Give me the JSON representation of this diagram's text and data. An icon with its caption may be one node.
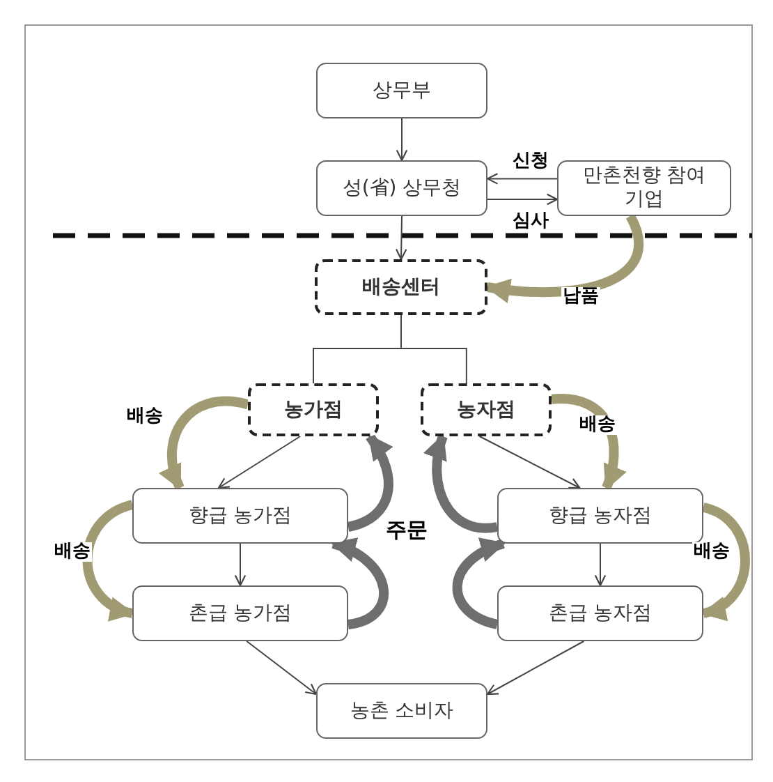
{
  "diagram": {
    "nodes": [
      {
        "text": [
          "상무부"
        ]
      },
      {
        "text": [
          "성(省) 상무청"
        ]
      },
      {
        "text": [
          "만촌천향 참여기업"
        ]
      },
      {
        "text": [
          "배송센터"
        ]
      },
      {
        "text": [
          "농가점"
        ]
      },
      {
        "text": [
          "농자점"
        ]
      },
      {
        "text": [
          "향급 농가점"
        ]
      },
      {
        "text": [
          "촌급 농가점"
        ]
      },
      {
        "text": [
          "향급 농자점"
        ]
      },
      {
        "text": [
          "촌급 농자점"
        ]
      },
      {
        "text": [
          "농촌 소비자"
        ]
      }
    ],
    "edges": [
      {
        "from": 0,
        "to": 1,
        "arrow": "to"
      },
      {
        "from": 2,
        "to": 1,
        "arrow": "to",
        "label": "신청"
      },
      {
        "from": 1,
        "to": 2,
        "arrow": "to",
        "label": "심사"
      },
      {
        "from": 1,
        "to": 3,
        "arrow": "to"
      },
      {
        "from": 3,
        "to": 4,
        "arrow": "none"
      },
      {
        "from": 3,
        "to": 5,
        "arrow": "none"
      },
      {
        "from": 4,
        "to": 6,
        "arrow": "to"
      },
      {
        "from": 6,
        "to": 7,
        "arrow": "to"
      },
      {
        "from": 5,
        "to": 8,
        "arrow": "to"
      },
      {
        "from": 8,
        "to": 9,
        "arrow": "to"
      },
      {
        "from": 7,
        "to": 10,
        "arrow": "to"
      },
      {
        "from": 9,
        "to": 10,
        "arrow": "to"
      },
      {
        "from": 2,
        "to": 3,
        "arrow": "to",
        "label": "납품",
        "style": "thick",
        "color": "#a19b74"
      },
      {
        "from": 4,
        "to": 6,
        "arrow": "to",
        "label": "배송",
        "style": "thick",
        "color": "#a19b74"
      },
      {
        "from": 6,
        "to": 7,
        "arrow": "to",
        "label": "배송",
        "style": "thick",
        "color": "#a19b74"
      },
      {
        "from": 5,
        "to": 8,
        "arrow": "to",
        "label": "배송",
        "style": "thick",
        "color": "#a19b74"
      },
      {
        "from": 8,
        "to": 9,
        "arrow": "to",
        "label": "배송",
        "style": "thick",
        "color": "#a19b74"
      },
      {
        "from": 6,
        "to": 4,
        "arrow": "to",
        "style": "thick",
        "color": "#6e6e6e"
      },
      {
        "from": 7,
        "to": 6,
        "arrow": "to",
        "style": "thick",
        "color": "#6e6e6e"
      },
      {
        "from": 8,
        "to": 5,
        "arrow": "to",
        "style": "thick",
        "color": "#6e6e6e"
      },
      {
        "from": 9,
        "to": 8,
        "arrow": "to",
        "style": "thick",
        "color": "#6e6e6e"
      }
    ],
    "labels": [
      "주문"
    ]
  }
}
